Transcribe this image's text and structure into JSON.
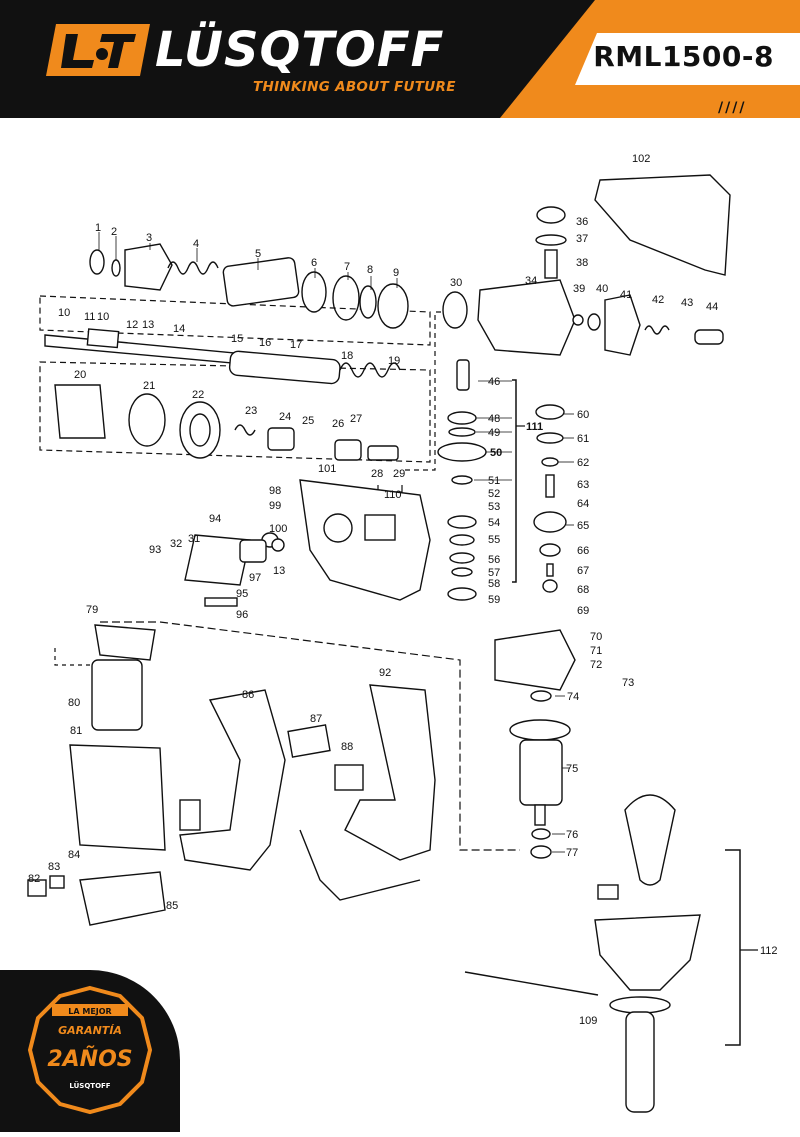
{
  "header": {
    "brand_name": "LÜSQTOFF",
    "tagline": "THINKING ABOUT FUTURE",
    "model": "RML1500-8",
    "stripes": "////"
  },
  "badge": {
    "line1": "LA MEJOR",
    "line2": "GARANTÍA",
    "line3": "2AÑOS",
    "line4": "LÜSQTOFF"
  },
  "parts": {
    "p1": "1",
    "p2": "2",
    "p3": "3",
    "p4": "4",
    "p5": "5",
    "p6": "6",
    "p7": "7",
    "p8": "8",
    "p9": "9",
    "p10a": "10",
    "p10b": "10",
    "p11": "11",
    "p12": "12",
    "p13": "13",
    "p14": "14",
    "p15": "15",
    "p16": "16",
    "p17": "17",
    "p18": "18",
    "p19": "19",
    "p20": "20",
    "p21": "21",
    "p22": "22",
    "p23": "23",
    "p24": "24",
    "p25": "25",
    "p26": "26",
    "p27": "27",
    "p28": "28",
    "p29": "29",
    "p110": "110",
    "p30": "30",
    "p34": "34",
    "p36": "36",
    "p37": "37",
    "p38": "38",
    "p39": "39",
    "p40": "40",
    "p41": "41",
    "p42": "42",
    "p43": "43",
    "p44": "44",
    "p102": "102",
    "p46": "46",
    "p48": "48",
    "p49": "49",
    "p50": "50",
    "p51": "51",
    "p52": "52",
    "p53": "53",
    "p54": "54",
    "p55": "55",
    "p56": "56",
    "p57": "57",
    "p58": "58",
    "p59": "59",
    "p111": "111",
    "p60": "60",
    "p61": "61",
    "p62": "62",
    "p63": "63",
    "p64": "64",
    "p65": "65",
    "p66": "66",
    "p67": "67",
    "p68": "68",
    "p69": "69",
    "p70": "70",
    "p71": "71",
    "p72": "72",
    "p73": "73",
    "p74": "74",
    "p75": "75",
    "p76": "76",
    "p77": "77",
    "p101": "101",
    "p98": "98",
    "p99": "99",
    "p100": "100",
    "p94": "94",
    "p93": "93",
    "p32": "32",
    "p31": "31",
    "p97": "97",
    "p13b": "13",
    "p95": "95",
    "p96": "96",
    "p79": "79",
    "p80": "80",
    "p81": "81",
    "p82": "82",
    "p83": "83",
    "p84": "84",
    "p85": "85",
    "p86": "86",
    "p87": "87",
    "p88": "88",
    "p92": "92",
    "p109": "109",
    "p112": "112"
  }
}
